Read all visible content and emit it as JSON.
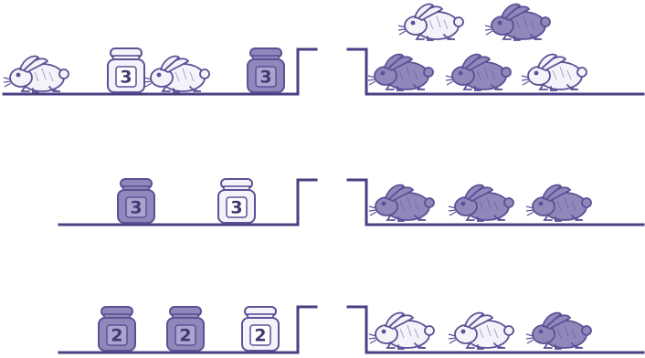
{
  "colors": {
    "line": "#4a3f82",
    "outline": "#5a5196",
    "light_fill": "#f4f3fa",
    "dark_fill": "#8f88ba",
    "jar_text": "#3f3a6f"
  },
  "rows": [
    {
      "left_items": [
        {
          "type": "rabbit",
          "shade": "light"
        },
        {
          "type": "jar",
          "label": "3",
          "shade": "light"
        },
        {
          "type": "rabbit",
          "shade": "light"
        },
        {
          "type": "jar",
          "label": "3",
          "shade": "dark"
        }
      ],
      "right_rabbits": [
        {
          "shade": "light"
        },
        {
          "shade": "dark"
        },
        {
          "shade": "dark"
        },
        {
          "shade": "dark"
        },
        {
          "shade": "light"
        }
      ]
    },
    {
      "left_items": [
        {
          "type": "jar",
          "label": "3",
          "shade": "dark"
        },
        {
          "type": "jar",
          "label": "3",
          "shade": "light"
        }
      ],
      "right_rabbits": [
        {
          "shade": "dark"
        },
        {
          "shade": "dark"
        },
        {
          "shade": "dark"
        }
      ]
    },
    {
      "left_items": [
        {
          "type": "jar",
          "label": "2",
          "shade": "dark"
        },
        {
          "type": "jar",
          "label": "2",
          "shade": "dark"
        },
        {
          "type": "jar",
          "label": "2",
          "shade": "light"
        }
      ],
      "right_rabbits": [
        {
          "shade": "light"
        },
        {
          "shade": "light"
        },
        {
          "shade": "dark"
        }
      ]
    }
  ]
}
